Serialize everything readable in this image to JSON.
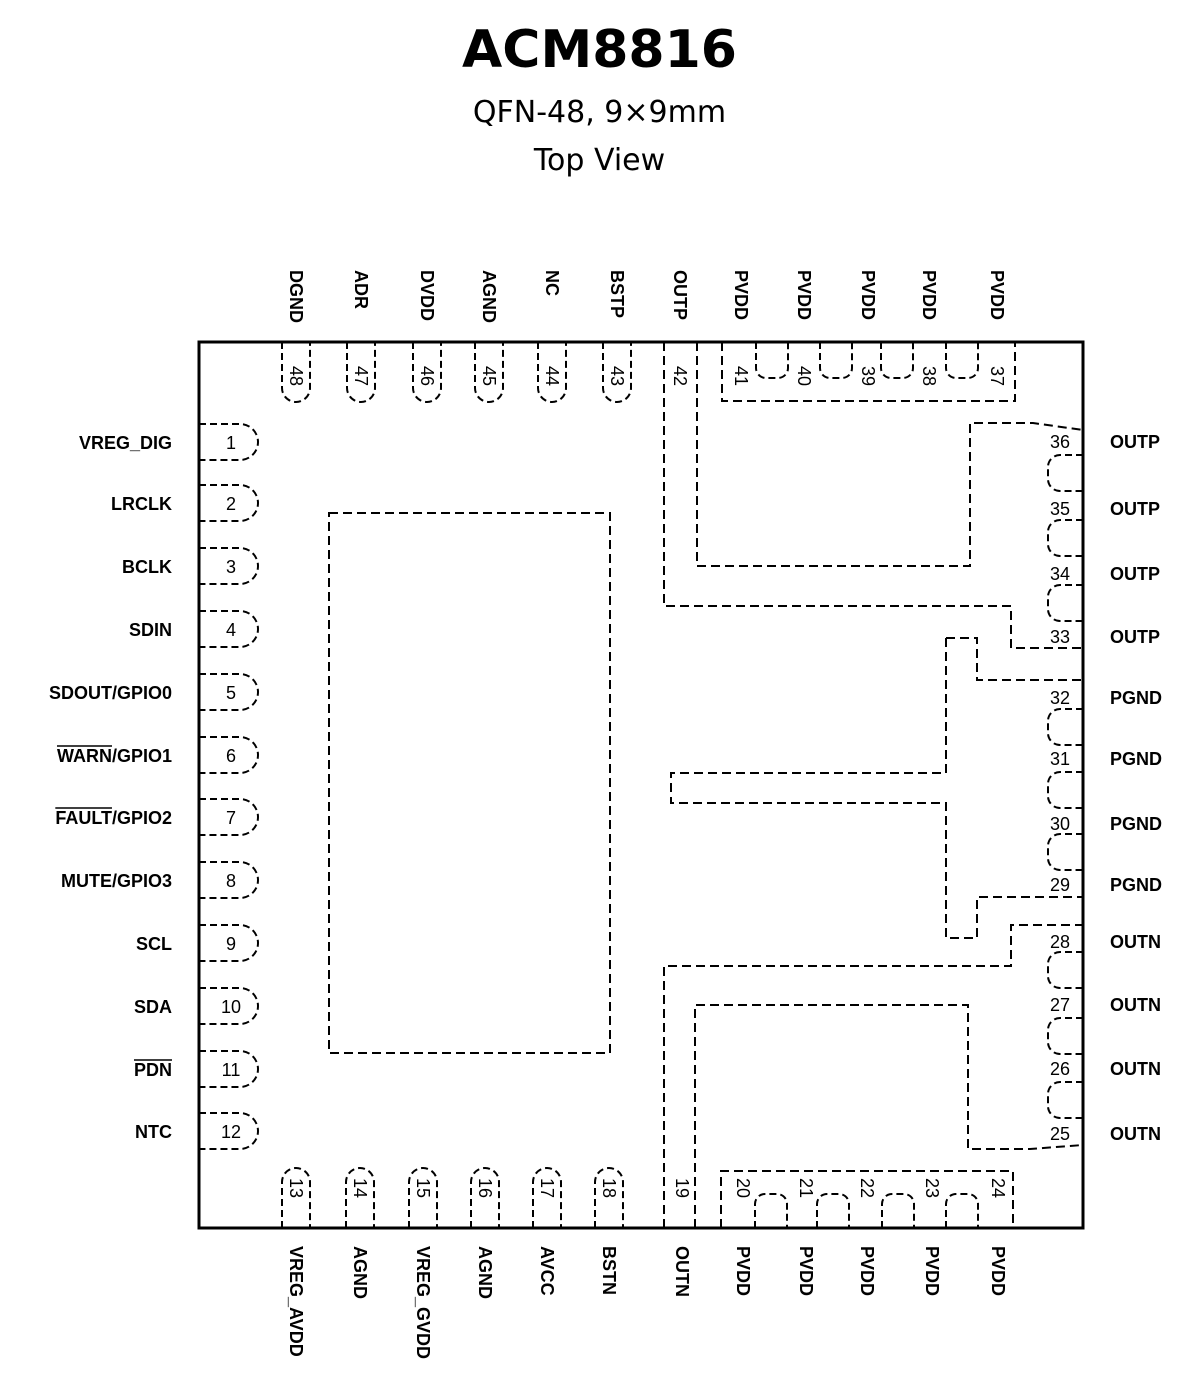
{
  "header": {
    "title": "ACM8816",
    "package": "QFN-48, 9×9mm",
    "view": "Top View"
  },
  "pins": {
    "left": [
      {
        "num": "1",
        "name": "VREG_DIG"
      },
      {
        "num": "2",
        "name": "LRCLK"
      },
      {
        "num": "3",
        "name": "BCLK"
      },
      {
        "num": "4",
        "name": "SDIN"
      },
      {
        "num": "5",
        "name": "SDOUT/GPIO0"
      },
      {
        "num": "6",
        "name": "WARN/GPIO1",
        "overline": "WARN"
      },
      {
        "num": "7",
        "name": "FAULT/GPIO2",
        "overline": "FAULT"
      },
      {
        "num": "8",
        "name": "MUTE/GPIO3"
      },
      {
        "num": "9",
        "name": "SCL"
      },
      {
        "num": "10",
        "name": "SDA"
      },
      {
        "num": "11",
        "name": "PDN",
        "overline": "PDN"
      },
      {
        "num": "12",
        "name": "NTC"
      }
    ],
    "bottom": [
      {
        "num": "13",
        "name": "VREG_AVDD"
      },
      {
        "num": "14",
        "name": "AGND"
      },
      {
        "num": "15",
        "name": "VREG_GVDD"
      },
      {
        "num": "16",
        "name": "AGND"
      },
      {
        "num": "17",
        "name": "AVCC"
      },
      {
        "num": "18",
        "name": "BSTN"
      },
      {
        "num": "19",
        "name": "OUTN"
      },
      {
        "num": "20",
        "name": "PVDD"
      },
      {
        "num": "21",
        "name": "PVDD"
      },
      {
        "num": "22",
        "name": "PVDD"
      },
      {
        "num": "23",
        "name": "PVDD"
      },
      {
        "num": "24",
        "name": "PVDD"
      }
    ],
    "right": [
      {
        "num": "25",
        "name": "OUTN"
      },
      {
        "num": "26",
        "name": "OUTN"
      },
      {
        "num": "27",
        "name": "OUTN"
      },
      {
        "num": "28",
        "name": "OUTN"
      },
      {
        "num": "29",
        "name": "PGND"
      },
      {
        "num": "30",
        "name": "PGND"
      },
      {
        "num": "31",
        "name": "PGND"
      },
      {
        "num": "32",
        "name": "PGND"
      },
      {
        "num": "33",
        "name": "OUTP"
      },
      {
        "num": "34",
        "name": "OUTP"
      },
      {
        "num": "35",
        "name": "OUTP"
      },
      {
        "num": "36",
        "name": "OUTP"
      }
    ],
    "top": [
      {
        "num": "37",
        "name": "PVDD"
      },
      {
        "num": "38",
        "name": "PVDD"
      },
      {
        "num": "39",
        "name": "PVDD"
      },
      {
        "num": "40",
        "name": "PVDD"
      },
      {
        "num": "41",
        "name": "PVDD"
      },
      {
        "num": "42",
        "name": "OUTP"
      },
      {
        "num": "43",
        "name": "BSTP"
      },
      {
        "num": "44",
        "name": "NC"
      },
      {
        "num": "45",
        "name": "AGND"
      },
      {
        "num": "46",
        "name": "DVDD"
      },
      {
        "num": "47",
        "name": "ADR"
      },
      {
        "num": "48",
        "name": "DGND"
      }
    ]
  }
}
